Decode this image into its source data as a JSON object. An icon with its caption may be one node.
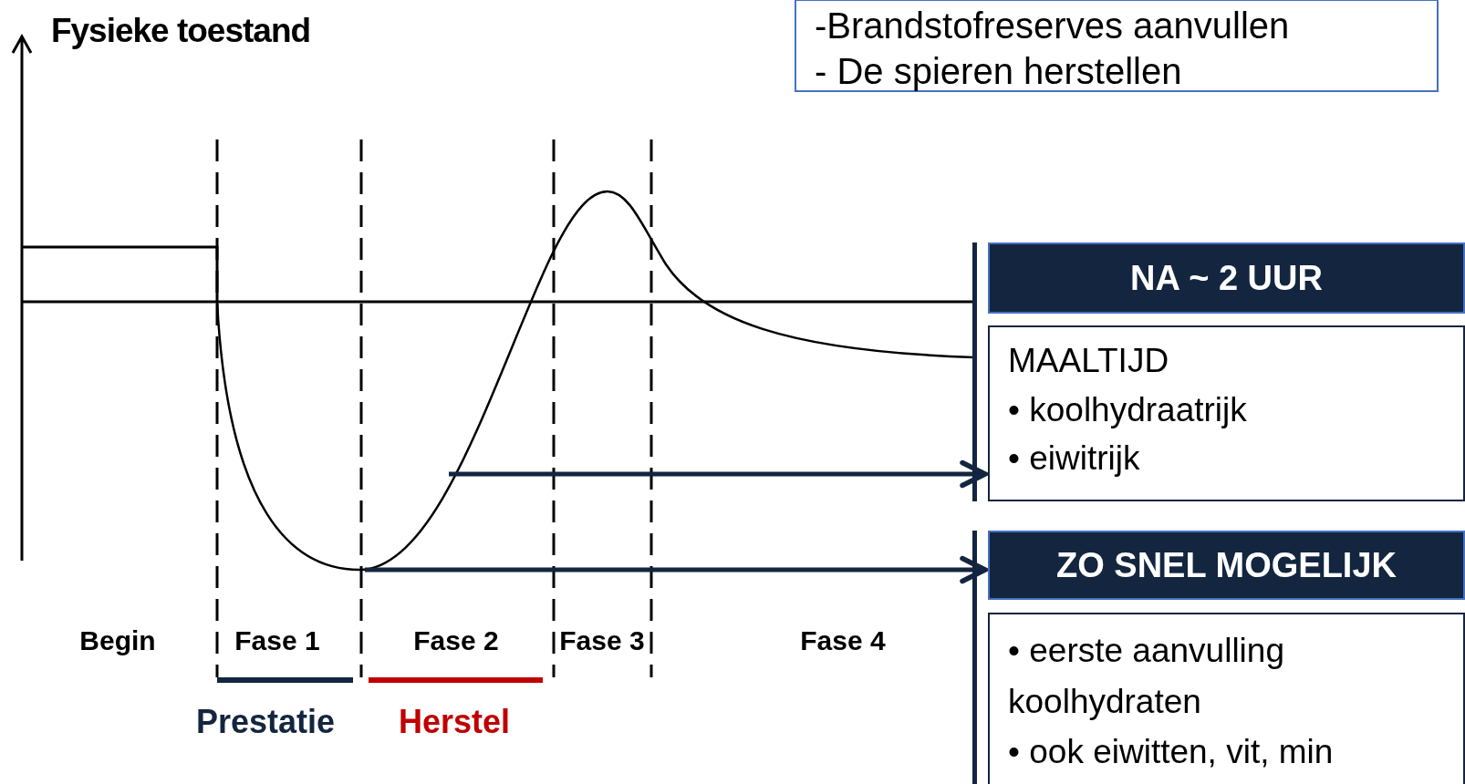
{
  "diagram": {
    "nodes": [
      {
        "text": [
          "-Brandstofreserves aanvullen",
          "- De spieren herstellen"
        ]
      },
      {
        "text": [
          "NA ~ 2 UUR"
        ]
      },
      {
        "text": [
          "MAALTIJD",
          "• koolhydraatrijk",
          "• eiwitrijk"
        ]
      },
      {
        "text": [
          "ZO SNEL MOGELIJK"
        ]
      },
      {
        "text": [
          "• eerste aanvulling koolhydraten",
          "• ook eiwitten, vit, min"
        ]
      }
    ],
    "edges": [
      {
        "from": null,
        "to": 2,
        "arrow": "to"
      },
      {
        "from": null,
        "to": 3,
        "arrow": "to"
      }
    ],
    "labels": [
      "Fysieke toestand",
      "Begin",
      "Fase 1",
      "Fase 2",
      "Fase 3",
      "Fase 4",
      "Prestatie",
      "Herstel"
    ]
  }
}
